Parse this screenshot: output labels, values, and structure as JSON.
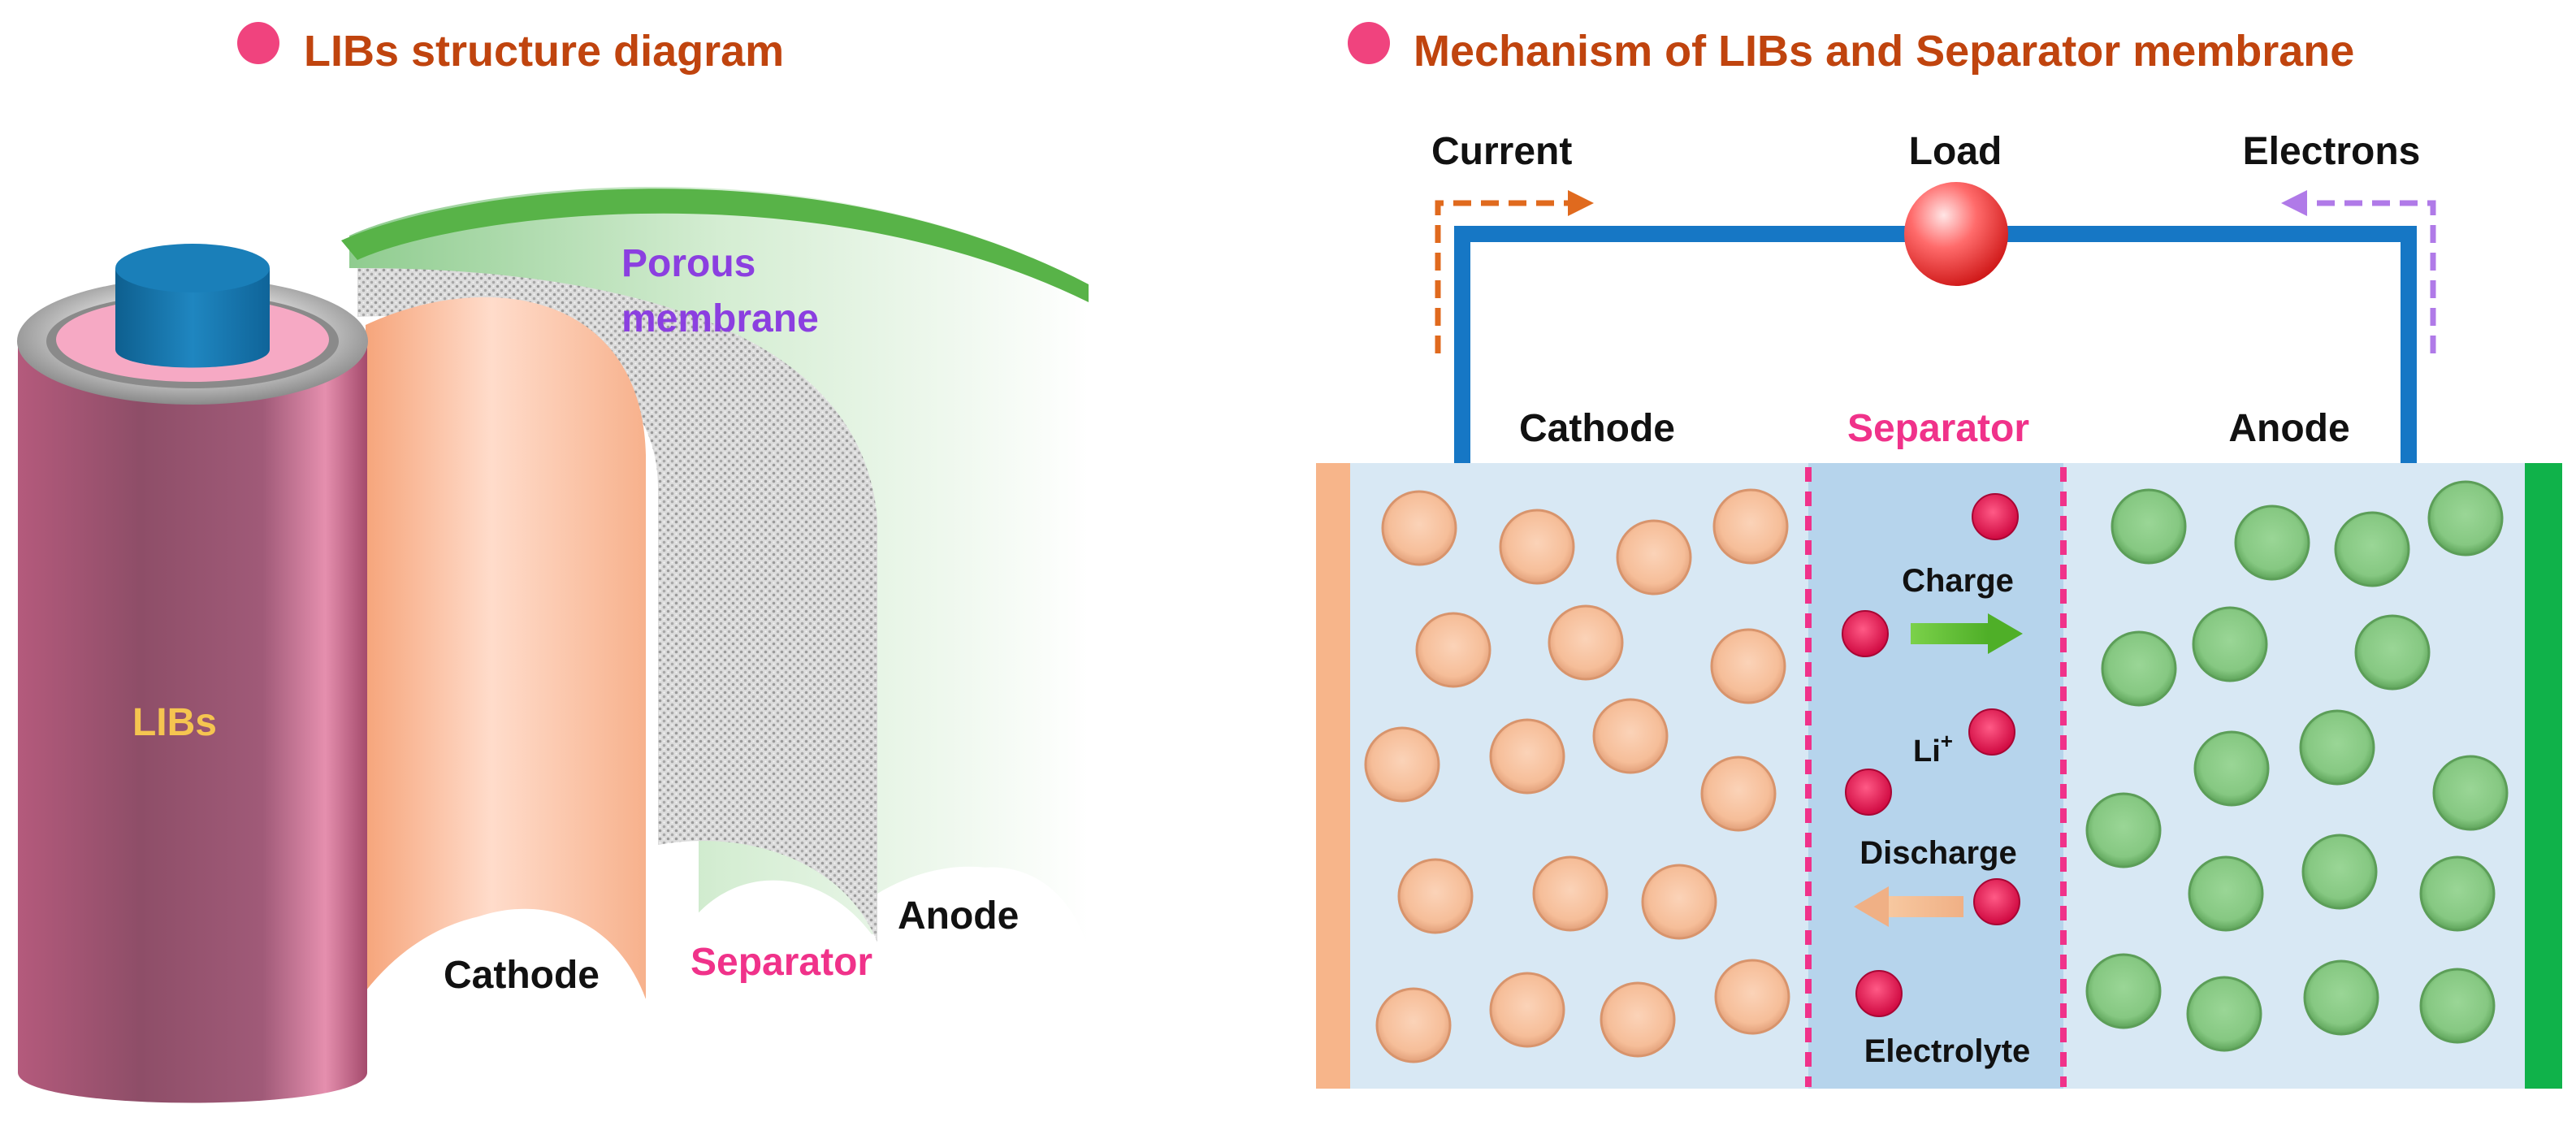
{
  "left_panel": {
    "title": "LIBs structure diagram",
    "labels": {
      "libs": "LIBs",
      "porous_line1": "Porous",
      "porous_line2": "membrane",
      "cathode": "Cathode",
      "separator": "Separator",
      "anode": "Anode"
    }
  },
  "right_panel": {
    "title": "Mechanism of LIBs and Separator membrane",
    "circuit": {
      "current": "Current",
      "load": "Load",
      "electrons": "Electrons"
    },
    "regions": {
      "cathode": "Cathode",
      "separator": "Separator",
      "anode": "Anode"
    },
    "separator_labels": {
      "charge": "Charge",
      "li_ion": "Li",
      "li_ion_charge": "+",
      "discharge": "Discharge",
      "electrolyte": "Electrolyte"
    }
  },
  "colors": {
    "title": "#c0440e",
    "bullet": "#f0437e",
    "porous": "#8b3fe0",
    "separator_text": "#f0328a",
    "libs_text": "#f5c550",
    "wire": "#1677c5",
    "current_arrow": "#e06a1e",
    "electron_arrow": "#b07ae8",
    "cathode_particle": "#f6c2a0",
    "anode_particle": "#8fd18a",
    "li_ion": "#e8104c",
    "electrolyte_bg": "#d8e8f4",
    "separator_bg": "#b6d4ec",
    "cathode_collector": "#f7b58a",
    "anode_collector": "#10b24a"
  },
  "icons": {
    "bullet": "circle-bullet",
    "load": "sphere",
    "charge_arrow": "right-arrow",
    "discharge_arrow": "left-arrow"
  }
}
